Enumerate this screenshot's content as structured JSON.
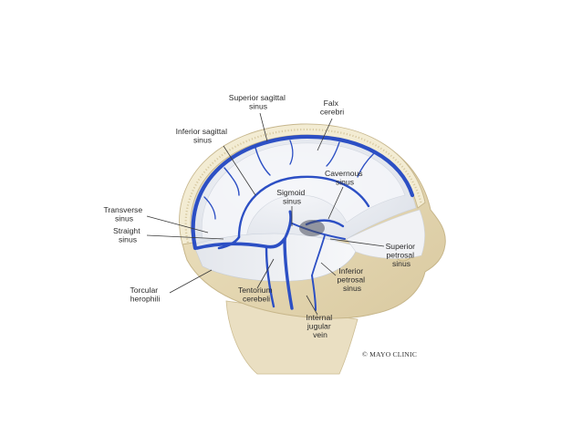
{
  "labels": {
    "superior_sagittal_sinus": [
      "Superior sagittal",
      "sinus"
    ],
    "falx_cerebri": [
      "Falx",
      "cerebri"
    ],
    "inferior_sagittal_sinus": [
      "Inferior sagittal",
      "sinus"
    ],
    "cavernous_sinus": [
      "Cavernous",
      "sinus"
    ],
    "sigmoid_sinus": [
      "Sigmoid",
      "sinus"
    ],
    "transverse_sinus": [
      "Transverse",
      "sinus"
    ],
    "straight_sinus": [
      "Straight",
      "sinus"
    ],
    "superior_petrosal_sinus": [
      "Superior",
      "petrosal",
      "sinus"
    ],
    "inferior_petrosal_sinus": [
      "Inferior",
      "petrosal",
      "sinus"
    ],
    "torcular_herophili": [
      "Torcular",
      "herophili"
    ],
    "tentorium_cerebeli": [
      "Tentorium",
      "cerebeli"
    ],
    "internal_jugular_vein": [
      "Internal",
      "jugular",
      "vein"
    ]
  },
  "credit": "© MAYO CLINIC",
  "colors": {
    "vein": "#2c4fc4",
    "skin": "#e6d9b4",
    "skull": "#efe6c9",
    "membrane": "#eef0f4"
  }
}
